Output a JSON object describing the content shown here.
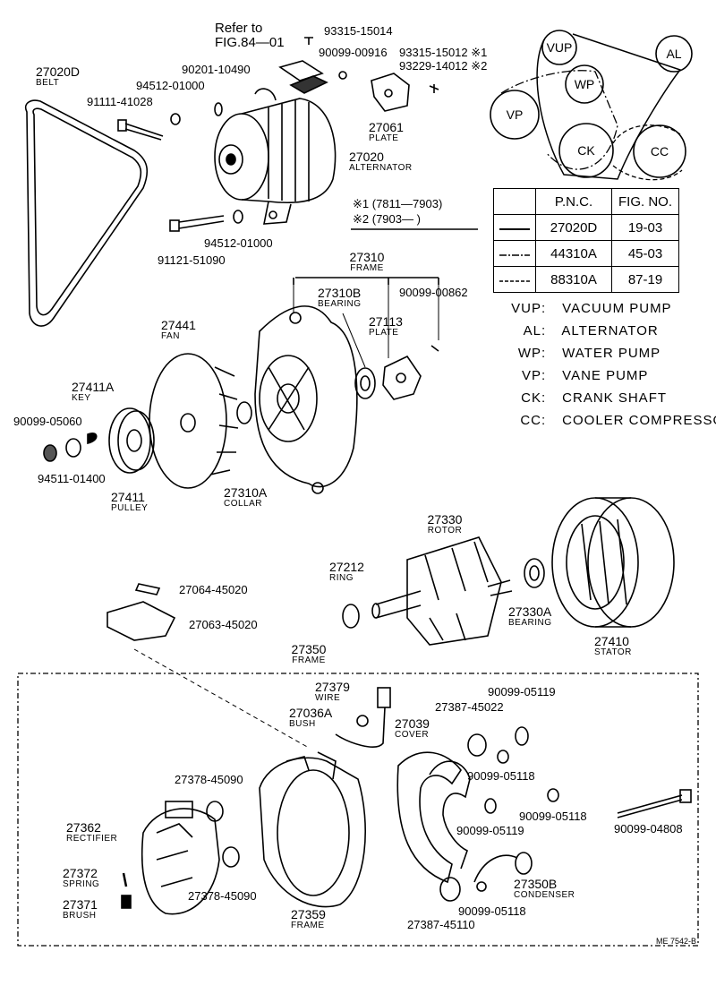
{
  "belt_diagram": {
    "pulleys": [
      {
        "abbr": "VUP"
      },
      {
        "abbr": "AL"
      },
      {
        "abbr": "WP"
      },
      {
        "abbr": "VP"
      },
      {
        "abbr": "CK"
      },
      {
        "abbr": "CC"
      }
    ],
    "table": {
      "headers": [
        "P.N.C.",
        "FIG. NO."
      ],
      "rows": [
        {
          "line": "solid",
          "pnc": "27020D",
          "fig": "19-03"
        },
        {
          "line": "dash-dot",
          "pnc": "44310A",
          "fig": "45-03"
        },
        {
          "line": "dashed",
          "pnc": "88310A",
          "fig": "87-19"
        }
      ]
    },
    "legend": [
      {
        "abbr": "VUP",
        "sep": ":",
        "name": "VACUUM PUMP"
      },
      {
        "abbr": "AL",
        "sep": ":",
        "name": "ALTERNATOR"
      },
      {
        "abbr": "WP",
        "sep": ":",
        "name": "WATER PUMP"
      },
      {
        "abbr": "VP",
        "sep": ":",
        "name": "VANE PUMP"
      },
      {
        "abbr": "CK",
        "sep": ":",
        "name": "CRANK SHAFT"
      },
      {
        "abbr": "CC",
        "sep": ":",
        "name": "COOLER COMPRESSOR"
      }
    ]
  },
  "notes": {
    "refer_line1": "Refer to",
    "refer_line2": "FIG.84—01",
    "serial1": "※1 (7811—7903)",
    "serial2": "※2 (7903—        )"
  },
  "parts": {
    "p27020D": {
      "pn": "27020D",
      "name": "BELT"
    },
    "p27020": {
      "pn": "27020",
      "name": "ALTERNATOR"
    },
    "p27061": {
      "pn": "27061",
      "name": "PLATE"
    },
    "p27310": {
      "pn": "27310",
      "name": "FRAME"
    },
    "p27310B": {
      "pn": "27310B",
      "name": "BEARING"
    },
    "p27113": {
      "pn": "27113",
      "name": "PLATE"
    },
    "p27441": {
      "pn": "27441",
      "name": "FAN"
    },
    "p27411A": {
      "pn": "27411A",
      "name": "KEY"
    },
    "p27411": {
      "pn": "27411",
      "name": "PULLEY"
    },
    "p27310A": {
      "pn": "27310A",
      "name": "COLLAR"
    },
    "p27330": {
      "pn": "27330",
      "name": "ROTOR"
    },
    "p27212": {
      "pn": "27212",
      "name": "RING"
    },
    "p27330A": {
      "pn": "27330A",
      "name": "BEARING"
    },
    "p27410": {
      "pn": "27410",
      "name": "STATOR"
    },
    "p27350": {
      "pn": "27350",
      "name": "FRAME"
    },
    "p27379": {
      "pn": "27379",
      "name": "WIRE"
    },
    "p27036A": {
      "pn": "27036A",
      "name": "BUSH"
    },
    "p27039": {
      "pn": "27039",
      "name": "COVER"
    },
    "p27362": {
      "pn": "27362",
      "name": "RECTIFIER"
    },
    "p27372": {
      "pn": "27372",
      "name": "SPRING"
    },
    "p27371": {
      "pn": "27371",
      "name": "BRUSH"
    },
    "p27359": {
      "pn": "27359",
      "name": "FRAME"
    },
    "p27350B": {
      "pn": "27350B",
      "name": "CONDENSER"
    }
  },
  "numbers": {
    "n93315_15014": "93315-15014",
    "n90099_00916": "90099-00916",
    "n93315_15012": "93315-15012 ※1",
    "n93229_14012": "93229-14012 ※2",
    "n90201_10490": "90201-10490",
    "n94512_01000a": "94512-01000",
    "n91111_41028": "91111-41028",
    "n94512_01000b": "94512-01000",
    "n91121_51090": "91121-51090",
    "n90099_00862": "90099-00862",
    "n90099_05060": "90099-05060",
    "n94511_01400": "94511-01400",
    "n27064_45020": "27064-45020",
    "n27063_45020": "27063-45020",
    "n27387_45022": "27387-45022",
    "n90099_05119a": "90099-05119",
    "n90099_05118a": "90099-05118",
    "n90099_05118b": "90099-05118",
    "n90099_05119b": "90099-05119",
    "n90099_04808": "90099-04808",
    "n27378_45090a": "27378-45090",
    "n27378_45090b": "27378-45090",
    "n90099_05118c": "90099-05118",
    "n27387_45110": "27387-45110"
  },
  "code": "ME 7542-B"
}
